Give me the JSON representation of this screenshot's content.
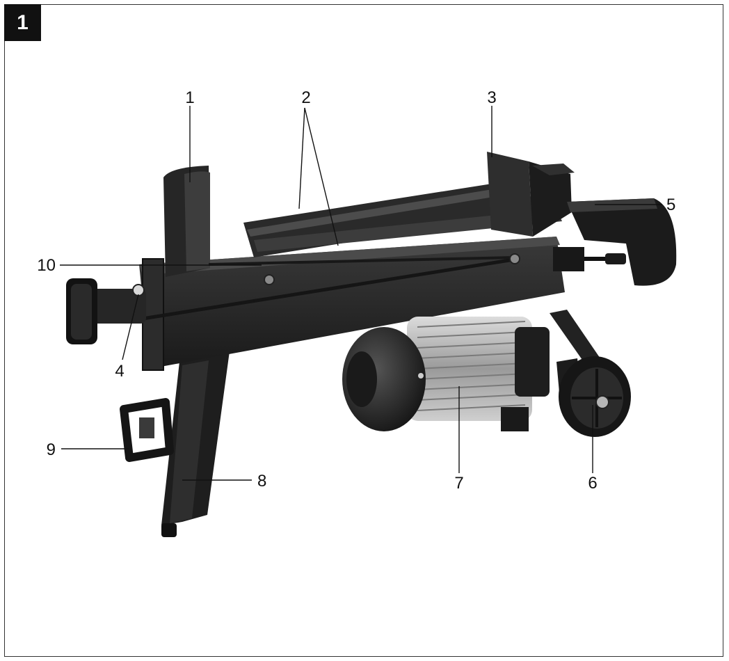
{
  "figure_number": "1",
  "callouts": {
    "c1": "1",
    "c2": "2",
    "c3": "3",
    "c4": "4",
    "c5": "5",
    "c6": "6",
    "c7": "7",
    "c8": "8",
    "c9": "9",
    "c10": "10"
  },
  "colors": {
    "body": "#2a2a2a",
    "body_dark": "#161616",
    "body_light": "#4a4a4a",
    "motor_fins": "#b8b8b8",
    "background": "#ffffff"
  }
}
